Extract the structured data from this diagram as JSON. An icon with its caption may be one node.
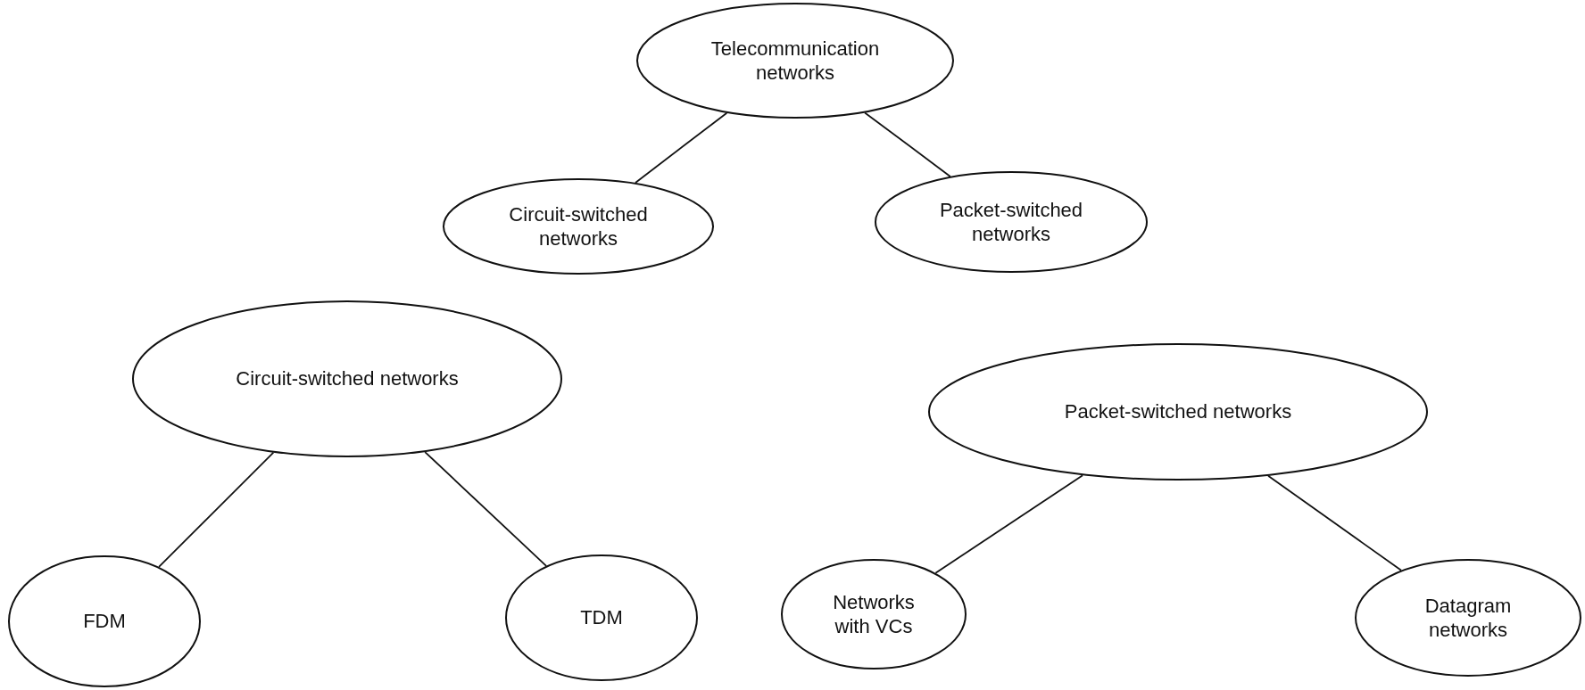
{
  "diagram": {
    "nodes": [
      {
        "text": [
          "Telecommunication networks"
        ]
      },
      {
        "text": [
          "Circuit-switched networks"
        ]
      },
      {
        "text": [
          "Packet-switched networks"
        ]
      },
      {
        "text": [
          "Circuit-switched networks"
        ]
      },
      {
        "text": [
          "Packet-switched networks"
        ]
      },
      {
        "text": [
          "FDM"
        ]
      },
      {
        "text": [
          "TDM"
        ]
      },
      {
        "text": [
          "Networks with VCs"
        ]
      },
      {
        "text": [
          "Datagram networks"
        ]
      }
    ],
    "edges": [
      {
        "from": 0,
        "to": 1,
        "arrow": "none"
      },
      {
        "from": 0,
        "to": 2,
        "arrow": "none"
      },
      {
        "from": 3,
        "to": 5,
        "arrow": "none"
      },
      {
        "from": 3,
        "to": 6,
        "arrow": "none"
      },
      {
        "from": 4,
        "to": 7,
        "arrow": "none"
      },
      {
        "from": 4,
        "to": 8,
        "arrow": "none"
      }
    ]
  }
}
